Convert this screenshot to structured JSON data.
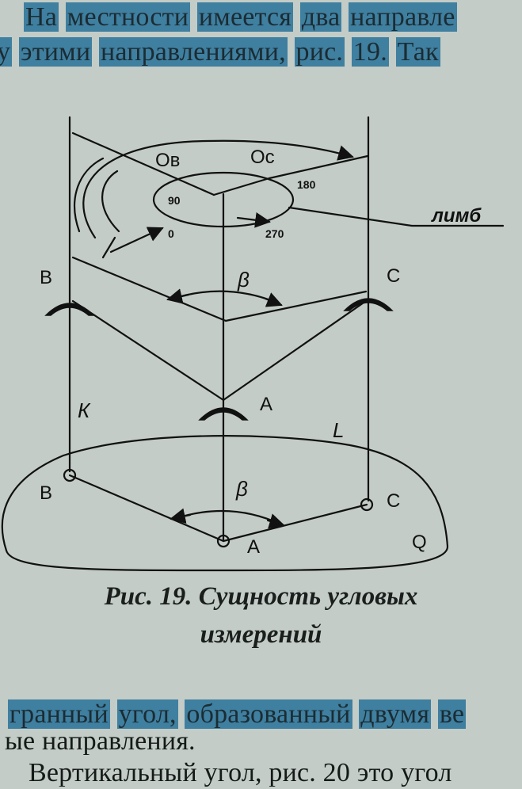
{
  "top_text": {
    "line1": [
      "На",
      "местности",
      "имеется",
      "два",
      "направле"
    ],
    "line2": [
      "у",
      "этими",
      "направлениями,",
      "рис.",
      "19.",
      "Так"
    ]
  },
  "figure": {
    "label_ob": "Ов",
    "label_oc": "Ос",
    "scale_90": "90",
    "scale_180": "180",
    "scale_0": "0",
    "scale_270": "270",
    "limb_label": "лимб",
    "label_b": "В",
    "label_c": "С",
    "beta_upper": "β",
    "label_k": "К",
    "label_a": "А",
    "label_l": "L",
    "label_b_ground": "В",
    "beta_lower": "β",
    "label_c_ground": "С",
    "label_a_ground": "А",
    "label_q": "Q"
  },
  "caption": {
    "line1": "Рис. 19. Сущность угловых",
    "line2": "измерений"
  },
  "bottom_text": {
    "line1": [
      "гранный",
      "угол,",
      "образованный",
      "двумя",
      "ве"
    ],
    "line2": "ые направления.",
    "line3": "Вертикальный угол, рис. 20 это угол"
  },
  "colors": {
    "highlight": "#3f7fa0",
    "paper": "#c3ccc6",
    "ink": "#141a18"
  }
}
